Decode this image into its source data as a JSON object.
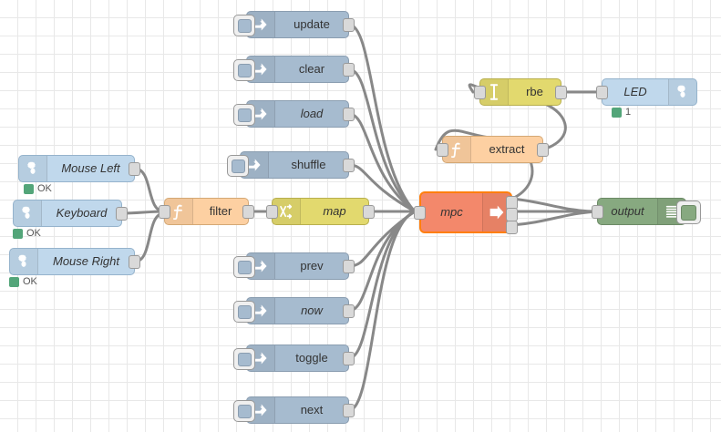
{
  "canvas": {
    "background": "#ffffff",
    "grid_color": "#e8e8e8",
    "grid_size": 20
  },
  "palette": {
    "inject": "#a6bbcf",
    "rpi": "#c0d8ec",
    "function": "#fdd0a2",
    "change": "#e2d96e",
    "rbe": "#e2d96e",
    "mpc": "#f3886b",
    "mpc_selected_border": "#ff7f0e",
    "debug": "#87a980",
    "status_ok": "#53a579",
    "wire": "#888888",
    "port": "#d9d9d9"
  },
  "nodes": {
    "mouse_left": {
      "label": "Mouse Left",
      "icon": "raspberry-pi-icon",
      "status": "OK"
    },
    "keyboard": {
      "label": "Keyboard",
      "icon": "raspberry-pi-icon",
      "status": "OK"
    },
    "mouse_right": {
      "label": "Mouse Right",
      "icon": "raspberry-pi-icon",
      "status": "OK"
    },
    "filter": {
      "label": "filter",
      "icon": "function-icon"
    },
    "map": {
      "label": "map",
      "icon": "change-swap-icon"
    },
    "inject_update": {
      "label": "update",
      "icon": "inject-arrow-icon"
    },
    "inject_clear": {
      "label": "clear",
      "icon": "inject-arrow-icon"
    },
    "inject_load": {
      "label": "load",
      "icon": "inject-arrow-icon"
    },
    "inject_shuffle": {
      "label": "shuffle",
      "icon": "inject-arrow-icon"
    },
    "inject_prev": {
      "label": "prev",
      "icon": "inject-arrow-icon"
    },
    "inject_now": {
      "label": "now",
      "icon": "inject-arrow-icon"
    },
    "inject_toggle": {
      "label": "toggle",
      "icon": "inject-arrow-icon"
    },
    "inject_next": {
      "label": "next",
      "icon": "inject-arrow-icon"
    },
    "mpc": {
      "label": "mpc",
      "icon": "output-arrow-icon"
    },
    "extract": {
      "label": "extract",
      "icon": "function-icon"
    },
    "rbe": {
      "label": "rbe",
      "icon": "rbe-filter-icon"
    },
    "led": {
      "label": "LED",
      "icon": "raspberry-pi-icon",
      "status": "1"
    },
    "output": {
      "label": "output",
      "icon": "debug-lines-icon"
    }
  }
}
